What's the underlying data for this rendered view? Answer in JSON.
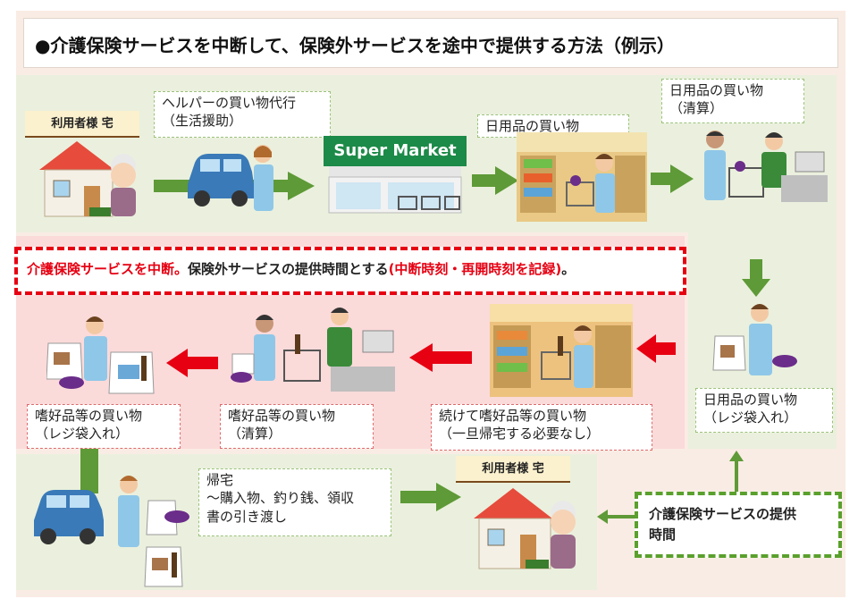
{
  "title": "●介護保険サービスを中断して、保険外サービスを途中で提供する方法（例示）",
  "home_label": "利用者様 宅",
  "store_sign": "Super Market",
  "steps": {
    "helper_line1": "ヘルパーの買い物代行",
    "helper_line2": "（生活援助）",
    "daily_shopping": "日用品の買い物",
    "daily_checkout_line1": "日用品の買い物",
    "daily_checkout_line2": "（清算）",
    "daily_bag_line1": "日用品の買い物",
    "daily_bag_line2": "（レジ袋入れ）",
    "luxury_continue_line1": "続けて嗜好品等の買い物",
    "luxury_continue_line2": "（一旦帰宅する必要なし）",
    "luxury_checkout_line1": "嗜好品等の買い物",
    "luxury_checkout_line2": "（清算）",
    "luxury_bag_line1": "嗜好品等の買い物",
    "luxury_bag_line2": "（レジ袋入れ）",
    "return_line1": "帰宅",
    "return_line2": "～購入物、釣り銭、領収",
    "return_line3": "書の引き渡し"
  },
  "interrupt_notice": {
    "part1": "介護保険サービスを中断。",
    "part2": "保険外サービスの提供時間とする",
    "part3": "(中断時刻・再開時刻を記録)",
    "part4": "。"
  },
  "insurance_time_line1": "介護保険サービスの提供",
  "insurance_time_line2": "時間",
  "colors": {
    "green_arrow": "#5e9a37",
    "red_arrow": "#e60012",
    "green_band": "#eaf0dd",
    "pink_band": "#fbdada"
  }
}
